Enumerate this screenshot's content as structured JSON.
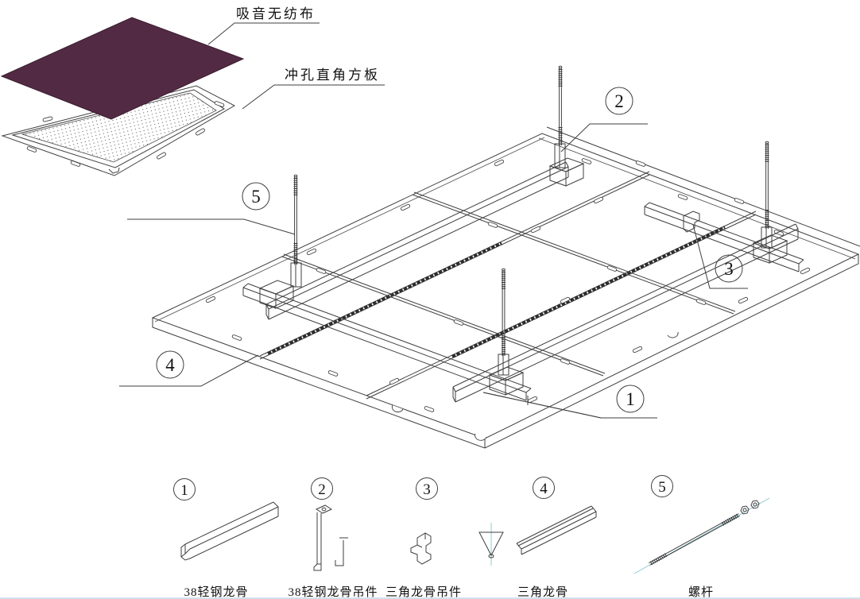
{
  "colors": {
    "line": "#3f3f3f",
    "fabric_fill": "#532a43",
    "fabric_edge": "#3a1d30",
    "centerline_cyan": "#8cc8d0",
    "seam_dark": "#2d2d2d",
    "bottom_border": "#c2d8e8"
  },
  "exploded": {
    "fabric_label": "吸音无纺布",
    "panel_label": "冲孔直角方板"
  },
  "callouts": [
    "1",
    "2",
    "3",
    "4",
    "5"
  ],
  "legend": {
    "items": [
      {
        "num": "1",
        "label": "38轻钢龙骨"
      },
      {
        "num": "2",
        "label": "38轻钢龙骨吊件"
      },
      {
        "num": "3",
        "label": "三角龙骨吊件"
      },
      {
        "num": "4",
        "label": "三角龙骨"
      },
      {
        "num": "5",
        "label": "螺杆"
      }
    ]
  }
}
